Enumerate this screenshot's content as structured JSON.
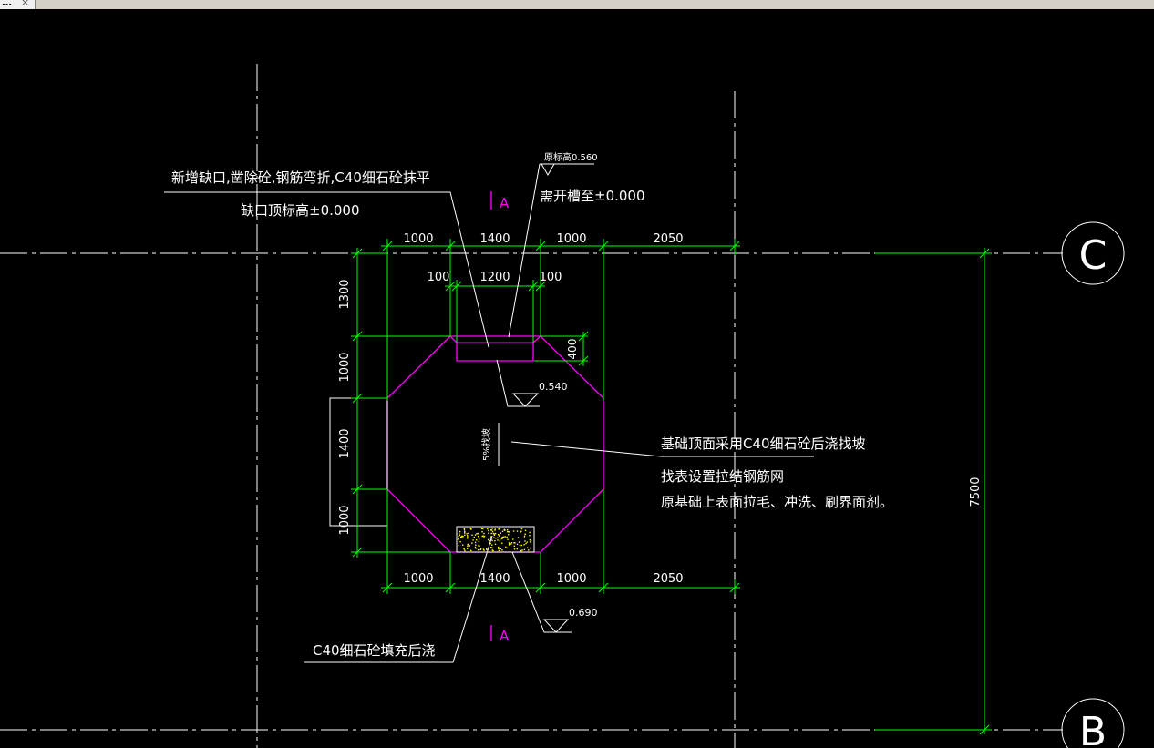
{
  "tab": {
    "title": "…",
    "close": "×"
  },
  "colors": {
    "background": "#000000",
    "dims": "#00ff00",
    "outline": "#ff00ff",
    "text": "#ffffff",
    "grid": "#ffffff",
    "section": "#ff00ff",
    "hatch": "#ffff00"
  },
  "axes": {
    "c": "C",
    "b": "B"
  },
  "notes": {
    "notch_line1": "新增缺口,凿除砼,钢筋弯折,C40细石砼抹平",
    "notch_line2": "缺口顶标高±0.000",
    "trench_top": "原标高0.560",
    "trench_bottom": "需开槽至±0.000",
    "base_line1": "基础顶面采用C40细石砼后浇找坡",
    "base_line2": "找表设置拉结钢筋网",
    "base_line3": "原基础上表面拉毛、冲洗、刷界面剂。",
    "fill_note": "C40细石砼填充后浇",
    "slope": "5%找坡"
  },
  "section_marks": {
    "top": "A",
    "bottom": "A"
  },
  "elevations": {
    "mid": "0.540",
    "low": "0.690"
  },
  "dims": {
    "top": [
      "1000",
      "1400",
      "1000",
      "2050"
    ],
    "top_inner": [
      "100",
      "1200",
      "100"
    ],
    "notch_depth": "400",
    "left": [
      "1300",
      "1000",
      "1400",
      "1000"
    ],
    "bottom": [
      "1000",
      "1400",
      "1000",
      "2050"
    ],
    "right": "7500"
  }
}
